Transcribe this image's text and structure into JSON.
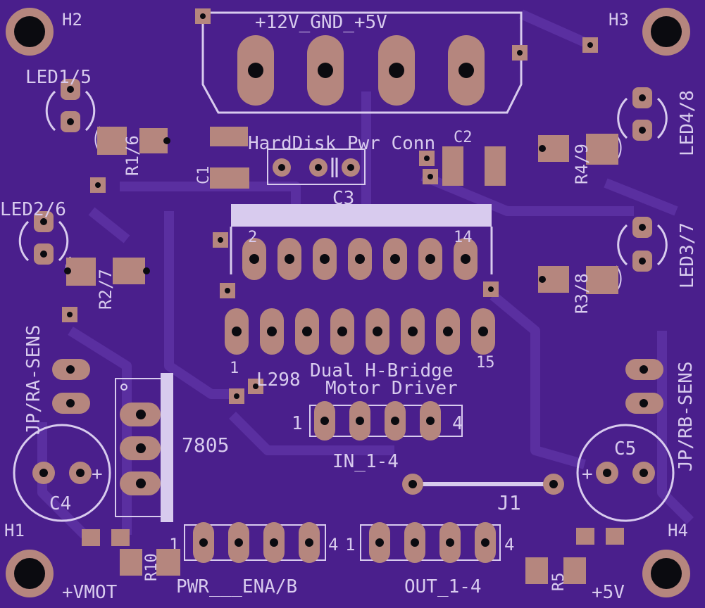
{
  "board": {
    "colors": {
      "substrate": "#4a1f8c",
      "silkscreen": "#d8cbee",
      "copper_pad": "#b5867e",
      "drill": "#0b0b10",
      "trace": "#5a2fa0"
    },
    "labels": {
      "h1": "H1",
      "h2": "H2",
      "h3": "H3",
      "h4": "H4",
      "power_connector": "+12V_GND_+5V",
      "hdd_conn": "HardDisk Pwr Conn",
      "c1": "C1",
      "c2": "C2",
      "c3": "C3",
      "c4": "C4",
      "c5": "C5",
      "led15": "LED1/5",
      "led26": "LED2/6",
      "led48": "LED4/8",
      "led37": "LED3/7",
      "r16": "R1/6",
      "r27": "R2/7",
      "r49": "R4/9",
      "r38": "R3/8",
      "r10": "R10",
      "r5": "R5",
      "jp_ra": "JP/RA-SENS",
      "jp_rb": "JP/RB-SENS",
      "ic_pin2": "2",
      "ic_pin14": "14",
      "ic_pin1": "1",
      "ic_pin15": "15",
      "l298": "L298",
      "driver_line1": "Dual H-Bridge",
      "driver_line2": "Motor Driver",
      "reg_7805": "7805",
      "in_pin1": "1",
      "in_pin4": "4",
      "in_label": "IN_1-4",
      "j1": "J1",
      "pwr_pin1": "1",
      "pwr_pin4": "4",
      "out_pin1": "1",
      "out_pin4": "4",
      "pwr_ena": "PWR___ENA/B",
      "out_label": "OUT_1-4",
      "vmot": "+VMOT",
      "v5": "+5V",
      "plus": "+"
    }
  }
}
